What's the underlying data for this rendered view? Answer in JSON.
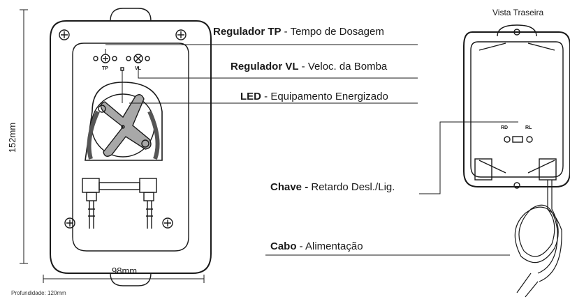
{
  "front": {
    "labels": [
      {
        "bold": "Regulador TP",
        "text": " - Tempo de Dosagem"
      },
      {
        "bold": "Regulador VL",
        "text": " - Veloc. da Bomba"
      },
      {
        "bold": "LED",
        "text": " - Equipamento Energizado"
      },
      {
        "bold": "Chave -",
        "text": " Retardo Desl./Lig."
      },
      {
        "bold": "Cabo",
        "text": " - Alimentação"
      }
    ],
    "height_dim": "152mm",
    "width_dim": "98mm",
    "depth_note": "Profundidade: 120mm",
    "tp_mark": "TP",
    "vl_mark": "VL"
  },
  "rear": {
    "title": "Vista Traseira",
    "rd": "RD",
    "rl": "RL"
  },
  "colors": {
    "line": "#1a1a1a",
    "rotor": "#a8a8a8",
    "body": "#ffffff"
  }
}
